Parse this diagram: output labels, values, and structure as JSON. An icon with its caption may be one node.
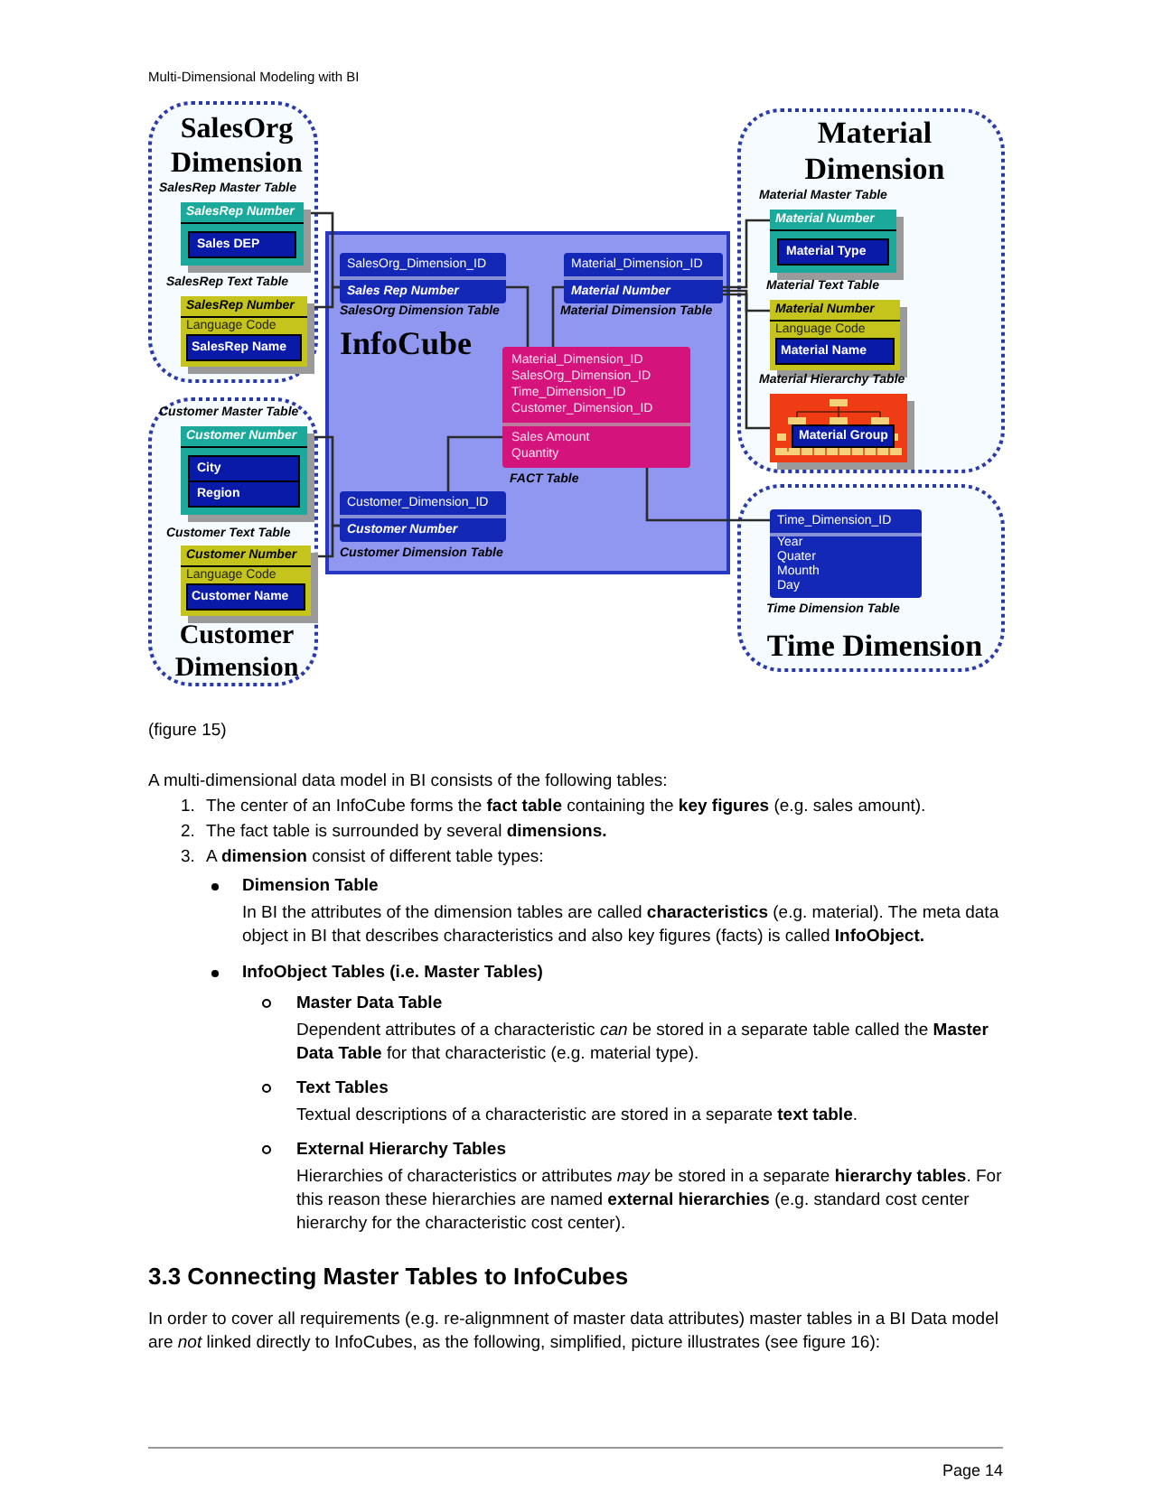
{
  "diagram": {
    "caption": "(figure 15)",
    "nodes": [
      {
        "text": [
          "SalesOrg Dimension"
        ]
      },
      {
        "text": [
          "Material Dimension"
        ]
      },
      {
        "text": [
          "Customer Dimension"
        ]
      },
      {
        "text": [
          "Time Dimension"
        ]
      },
      {
        "text": [
          "InfoCube"
        ]
      },
      {
        "text": [
          "SalesRep Number",
          "Sales DEP"
        ],
        "in": 0,
        "beside": [
          "SalesRep Master Table"
        ]
      },
      {
        "text": [
          "SalesRep Number",
          "Language Code",
          "SalesRep Name"
        ],
        "in": 0,
        "beside": [
          "SalesRep Text Table"
        ]
      },
      {
        "text": [
          "SalesOrg_Dimension_ID",
          "Sales Rep Number"
        ],
        "in": 4,
        "beside": [
          "SalesOrg Dimension Table"
        ]
      },
      {
        "text": [
          "Material_Dimension_ID",
          "Material Number"
        ],
        "in": 4,
        "beside": [
          "Material Dimension Table"
        ]
      },
      {
        "text": [
          "Material_Dimension_ID",
          "SalesOrg_Dimension_ID",
          "Time_Dimension_ID",
          "Customer_Dimension_ID",
          "Sales Amount",
          "Quantity"
        ],
        "in": 4,
        "beside": [
          "FACT Table"
        ]
      },
      {
        "text": [
          "Customer_Dimension_ID",
          "Customer Number"
        ],
        "in": 4,
        "beside": [
          "Customer Dimension Table"
        ]
      },
      {
        "text": [
          "Time_Dimension_ID",
          "Year",
          "Quater",
          "Mounth",
          "Day"
        ],
        "in": 3,
        "beside": [
          "Time Dimension Table"
        ]
      },
      {
        "text": [
          "Material Number",
          "Material Type"
        ],
        "in": 1,
        "beside": [
          "Material Master Table"
        ]
      },
      {
        "text": [
          "Material Number",
          "Language Code",
          "Material Name"
        ],
        "in": 1,
        "beside": [
          "Material Text Table"
        ]
      },
      {
        "text": [
          "Material Group"
        ],
        "in": 1,
        "beside": [
          "Material Hierarchy Table"
        ]
      },
      {
        "text": [
          "Customer Number",
          "City",
          "Region"
        ],
        "in": 2,
        "beside": [
          "Customer Master Table"
        ]
      },
      {
        "text": [
          "Customer Number",
          "Language Code",
          "Customer Name"
        ],
        "in": 2,
        "beside": [
          "Customer Text Table"
        ]
      }
    ],
    "edges": [
      {
        "from": 5,
        "to": 7,
        "arrow": "none"
      },
      {
        "from": 6,
        "to": 7,
        "arrow": "none"
      },
      {
        "from": 7,
        "to": 9,
        "arrow": "none"
      },
      {
        "from": 8,
        "to": 9,
        "arrow": "none"
      },
      {
        "from": 12,
        "to": 8,
        "arrow": "none"
      },
      {
        "from": 13,
        "to": 8,
        "arrow": "none"
      },
      {
        "from": 14,
        "to": 8,
        "arrow": "none"
      },
      {
        "from": 15,
        "to": 10,
        "arrow": "none"
      },
      {
        "from": 16,
        "to": 10,
        "arrow": "none"
      },
      {
        "from": 10,
        "to": 9,
        "arrow": "none"
      },
      {
        "from": 9,
        "to": 11,
        "arrow": "none"
      }
    ],
    "labels": [
      "Multi-Dimensional Modeling with BI",
      "A multi-dimensional data model in BI consists of the following tables:",
      "1.",
      "The center of an InfoCube forms the **fact table** containing the **key figures** (e.g. sales amount).",
      "2.",
      "The fact table is surrounded by several **dimensions.**",
      "3.",
      "A **dimension** consist of different table types:",
      "Dimension Table",
      "In BI the attributes of the dimension tables are called **characteristics** (e.g. material). The meta data object in BI that describes characteristics and also key figures (facts) is called **InfoObject.**",
      "InfoObject Tables (i.e. Master Tables)",
      "Master Data Table",
      "Dependent attributes of a characteristic *can* be stored in a separate table called the **Master Data Table** for that characteristic (e.g. material type).",
      "Text Tables",
      "Textual descriptions of a characteristic are stored in a separate **text table**.",
      "External Hierarchy Tables",
      "Hierarchies of characteristics or attributes *may* be stored in a separate **hierarchy tables**. For this reason these hierarchies are named **external hierarchies** (e.g. standard cost center hierarchy for the characteristic cost center).",
      "3.3 Connecting Master Tables to InfoCubes",
      "In order to cover all requirements (e.g. re-alignmnent of master data attributes) master tables in a BI Data model are *not* linked directly to InfoCubes, as the following, simplified, picture illustrates (see figure 16):",
      "Page 14"
    ]
  }
}
